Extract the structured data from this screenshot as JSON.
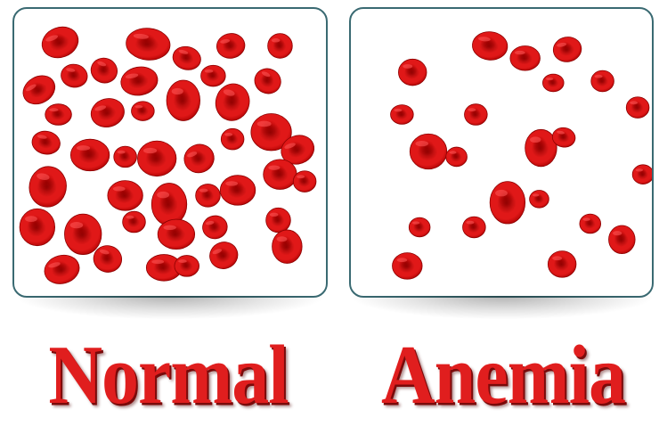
{
  "panels": [
    {
      "id": "normal",
      "label": "Normal"
    },
    {
      "id": "anemia",
      "label": "Anemia"
    }
  ],
  "colors": {
    "cell_dark": "#a80000",
    "cell_mid": "#e01818",
    "cell_light": "#ff5a5a",
    "panel_border": "#3a6a72",
    "label_red": "#e01e1e"
  }
}
